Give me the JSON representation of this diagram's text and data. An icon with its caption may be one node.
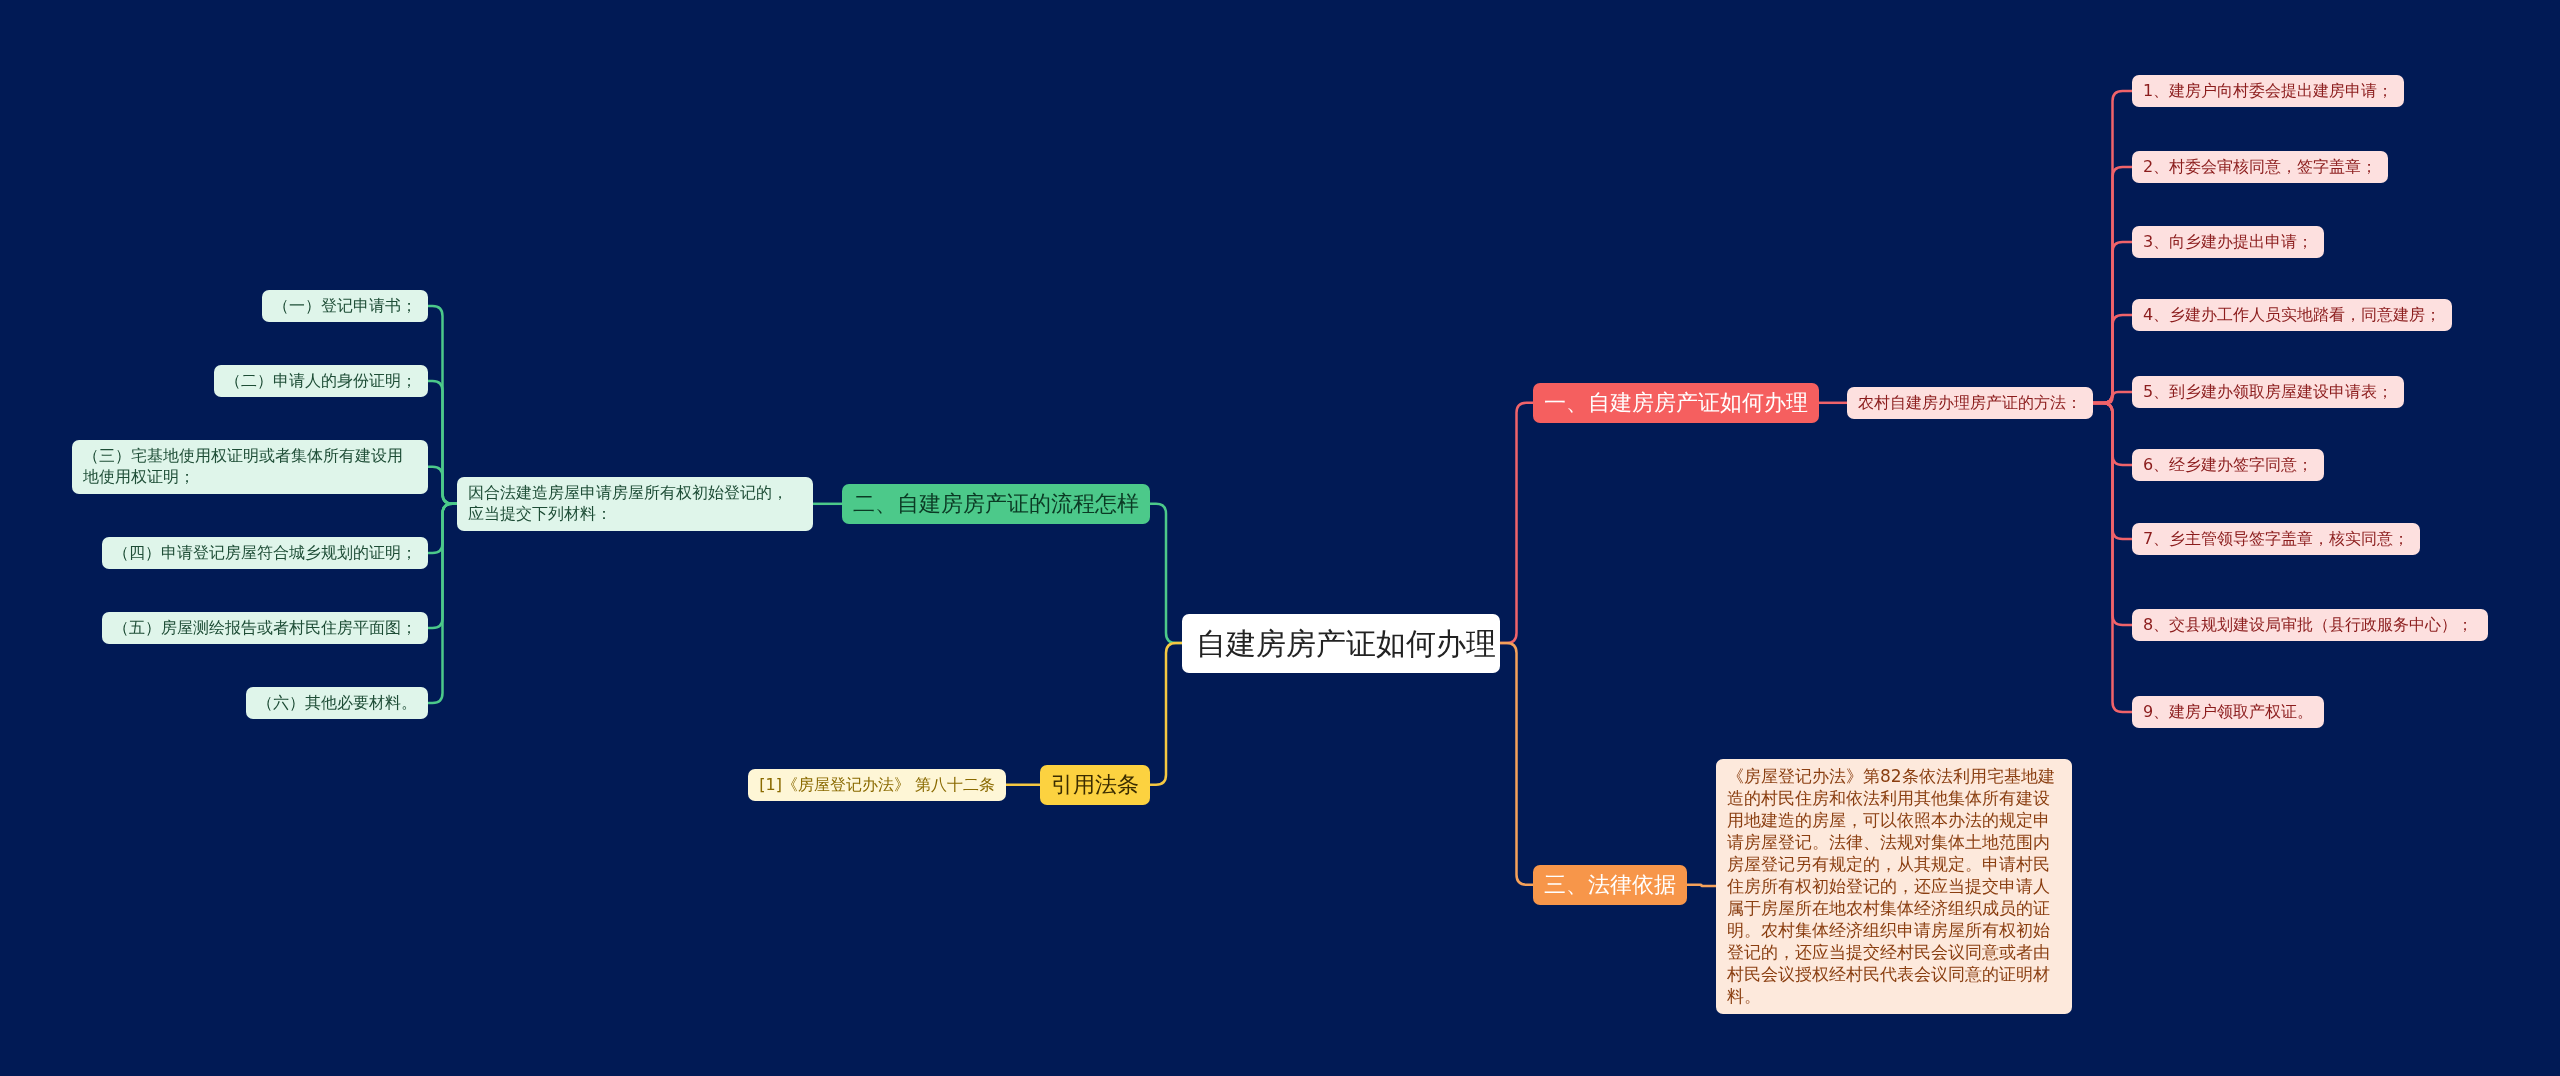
{
  "diagram": {
    "nodes": [
      {
        "text": [
          "自建房房产证如何办理"
        ]
      },
      {
        "text": [
          "一、自建房房产证如何办理"
        ]
      },
      {
        "text": [
          "农村自建房办理房产证的方法："
        ]
      },
      {
        "text": [
          "1、建房户向村委会提出建房申请；"
        ]
      },
      {
        "text": [
          "2、村委会审核同意，签字盖章；"
        ]
      },
      {
        "text": [
          "3、向乡建办提出申请；"
        ]
      },
      {
        "text": [
          "4、乡建办工作人员实地踏看，同意建房；"
        ]
      },
      {
        "text": [
          "5、到乡建办领取房屋建设申请表；"
        ]
      },
      {
        "text": [
          "6、经乡建办签字同意；"
        ]
      },
      {
        "text": [
          "7、乡主管领导签字盖章，核实同意；"
        ]
      },
      {
        "text": [
          "8、交县规划建设局审批（县行政服务中心）；"
        ]
      },
      {
        "text": [
          "9、建房户领取产权证。"
        ]
      },
      {
        "text": [
          "二、自建房房产证的流程怎样"
        ]
      },
      {
        "text": [
          "因合法建造房屋申请房屋所有权初始登记的，应当提交下列材料："
        ]
      },
      {
        "text": [
          "（一）登记申请书；"
        ]
      },
      {
        "text": [
          "（二）申请人的身份证明；"
        ]
      },
      {
        "text": [
          "（三）宅基地使用权证明或者集体所有建设用地使用权证明；"
        ]
      },
      {
        "text": [
          "（四）申请登记房屋符合城乡规划的证明；"
        ]
      },
      {
        "text": [
          "（五）房屋测绘报告或者村民住房平面图；"
        ]
      },
      {
        "text": [
          "（六）其他必要材料。"
        ]
      },
      {
        "text": [
          "引用法条"
        ]
      },
      {
        "text": [
          "[1]《房屋登记办法》 第八十二条"
        ]
      },
      {
        "text": [
          "三、法律依据"
        ]
      },
      {
        "text": [
          "《房屋登记办法》第82条依法利用宅基地建造的村民住房和依法利用其他集体所有建设用地建造的房屋，可以依照本办法的规定申请房屋登记。法律、法规对集体土地范围内房屋登记另有规定的，从其规定。申请村民住房所有权初始登记的，还应当提交申请人属于房屋所在地农村集体经济组织成员的证明。农村集体经济组织申请房屋所有权初始登记的，还应当提交经村民会议同意或者由村民会议授权经村民代表会议同意的证明材料。"
        ]
      }
    ],
    "edges": [
      {
        "from": 0,
        "to": 1,
        "arrow": "none"
      },
      {
        "from": 1,
        "to": 2,
        "arrow": "none"
      },
      {
        "from": 2,
        "to": 3,
        "arrow": "none"
      },
      {
        "from": 2,
        "to": 4,
        "arrow": "none"
      },
      {
        "from": 2,
        "to": 5,
        "arrow": "none"
      },
      {
        "from": 2,
        "to": 6,
        "arrow": "none"
      },
      {
        "from": 2,
        "to": 7,
        "arrow": "none"
      },
      {
        "from": 2,
        "to": 8,
        "arrow": "none"
      },
      {
        "from": 2,
        "to": 9,
        "arrow": "none"
      },
      {
        "from": 2,
        "to": 10,
        "arrow": "none"
      },
      {
        "from": 2,
        "to": 11,
        "arrow": "none"
      },
      {
        "from": 0,
        "to": 12,
        "arrow": "none",
        "color": "#4cc98a"
      },
      {
        "from": 12,
        "to": 13,
        "arrow": "none",
        "color": "#4cc98a"
      },
      {
        "from": 13,
        "to": 14,
        "arrow": "none",
        "color": "#4cc98a"
      },
      {
        "from": 13,
        "to": 15,
        "arrow": "none",
        "color": "#4cc98a"
      },
      {
        "from": 13,
        "to": 16,
        "arrow": "none",
        "color": "#4cc98a"
      },
      {
        "from": 13,
        "to": 17,
        "arrow": "none",
        "color": "#4cc98a"
      },
      {
        "from": 13,
        "to": 18,
        "arrow": "none",
        "color": "#4cc98a"
      },
      {
        "from": 13,
        "to": 19,
        "arrow": "none",
        "color": "#4cc98a"
      },
      {
        "from": 0,
        "to": 20,
        "arrow": "none",
        "color": "#f5c842"
      },
      {
        "from": 20,
        "to": 21,
        "arrow": "none",
        "color": "#f5c842"
      },
      {
        "from": 0,
        "to": 22,
        "arrow": "none",
        "color": "#f5a15a"
      },
      {
        "from": 22,
        "to": 23,
        "arrow": "none",
        "color": "#f5a15a"
      }
    ]
  }
}
